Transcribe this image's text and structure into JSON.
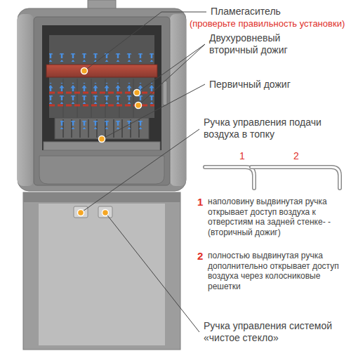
{
  "diagram": {
    "labels": [
      "Пламегаситель",
      "(проверьте правильность установки)",
      "Двухуровневый вторичный дожиг",
      "Первичный дожиг",
      "Ручка управления подачи воздуха в топку",
      "1",
      "2",
      "1",
      "наполовину выдвинутая ручка открывает доступ воздуха к отверстиям на задней стенке- -(вторичный дожиг)",
      "2",
      "полностью выдвинутая ручка дополнительно открывает доступ воздуха через колосниковые решетки",
      "Ручка управления системой «чистое стекло»"
    ]
  }
}
